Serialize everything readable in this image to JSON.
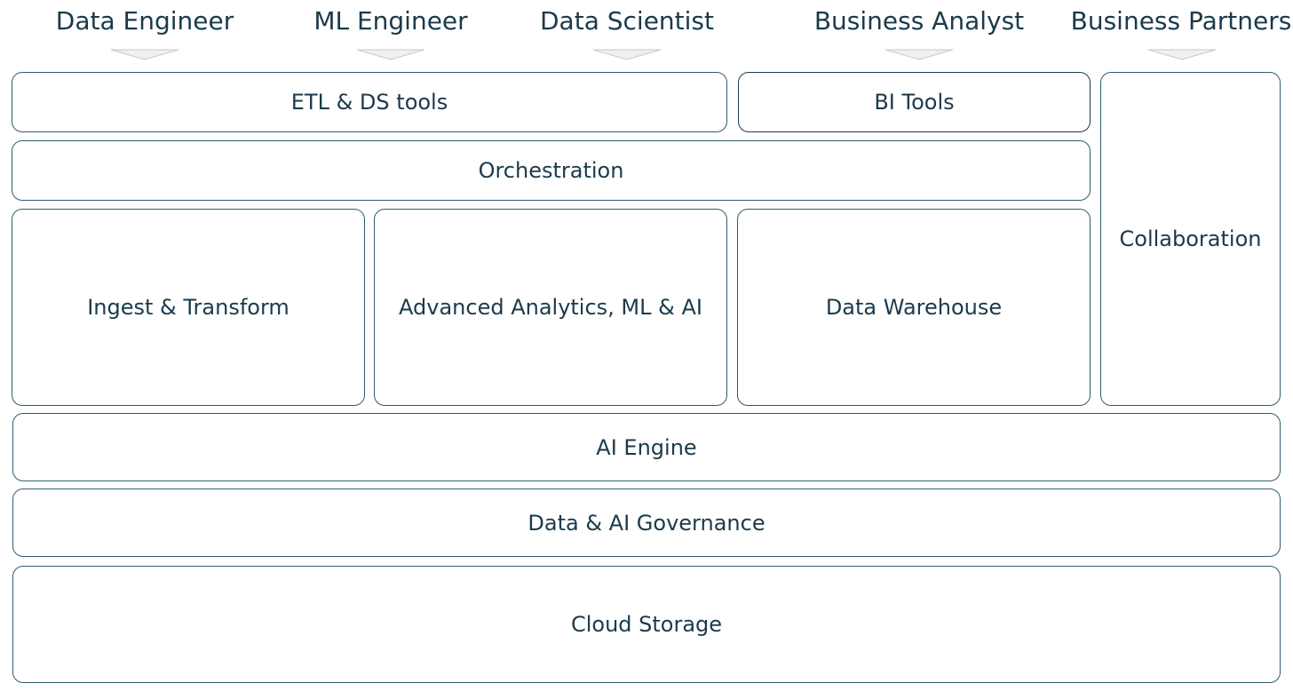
{
  "personas": [
    "Data Engineer",
    "ML Engineer",
    "Data Scientist",
    "Business Analyst",
    "Business Partners"
  ],
  "layers": {
    "etl_ds_tools": "ETL & DS tools",
    "bi_tools": "BI Tools",
    "orchestration": "Orchestration",
    "collaboration": "Collaboration",
    "ingest_transform": "Ingest & Transform",
    "advanced_analytics": "Advanced Analytics, ML & AI",
    "data_warehouse": "Data Warehouse",
    "ai_engine": "AI Engine",
    "governance": "Data & AI Governance",
    "cloud_storage": "Cloud Storage"
  },
  "colors": {
    "text": "#1b3a4b",
    "border": "#2f5d6b",
    "arrow_fill": "#f0f0ee",
    "arrow_stroke": "#c9cac6"
  }
}
